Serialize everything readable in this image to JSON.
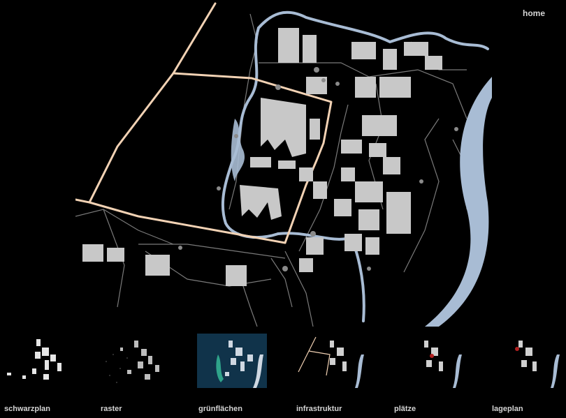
{
  "nav": {
    "home_label": "home"
  },
  "colors": {
    "background": "#000000",
    "building": "#c8c8c8",
    "river": "#a8bcd4",
    "road": "#7a7a7a",
    "highlight_route": "#f2d2b4",
    "green_thumb_bg": "#10334a",
    "square_red": "#b32020"
  },
  "thumbnails": [
    {
      "label": "schwarzplan",
      "style": "plain"
    },
    {
      "label": "raster",
      "style": "dotted"
    },
    {
      "label": "grünflächen",
      "style": "green"
    },
    {
      "label": "infrastruktur",
      "style": "route"
    },
    {
      "label": "plätze",
      "style": "squares"
    },
    {
      "label": "lageplan",
      "style": "site"
    }
  ]
}
